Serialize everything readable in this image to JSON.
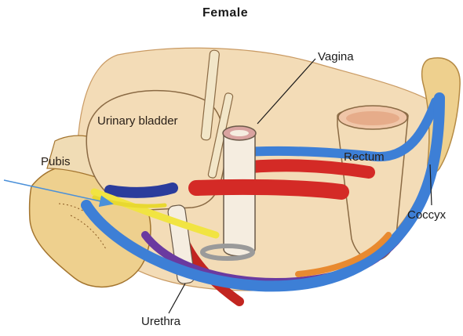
{
  "title": "Female",
  "labels": {
    "vagina": "Vagina",
    "urinary_bladder": "Urinary bladder",
    "pubis": "Pubis",
    "rectum": "Rectum",
    "coccyx": "Coccyx",
    "urethra": "Urethra"
  },
  "colors": {
    "tissue": "#f3dcb7",
    "tissue_shadow": "#e2bf8e",
    "bone": "#eed08e",
    "vein_blue": "#3d7fd6",
    "artery_red": "#d42a26",
    "nerve_yellow": "#f1e442",
    "deep_blue": "#2b3c9c",
    "purple": "#6a3aa0",
    "annotation_arrow": "#4a90d9"
  }
}
